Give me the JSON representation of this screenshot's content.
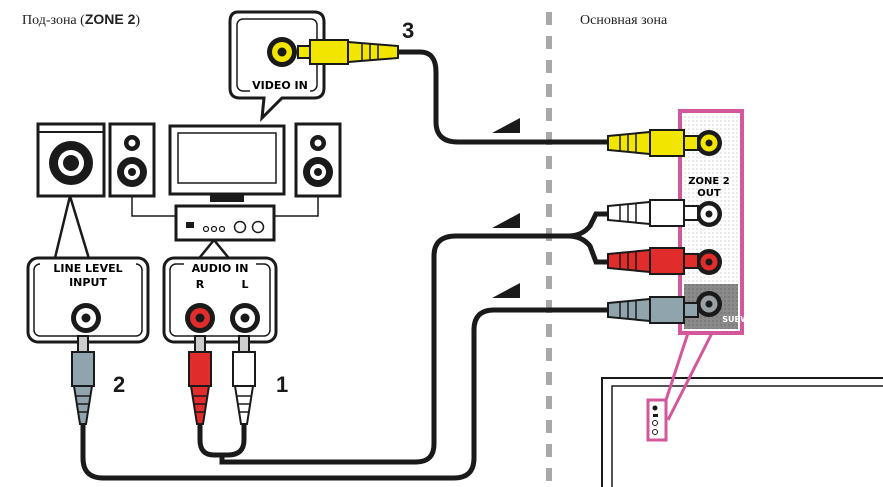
{
  "zones": {
    "sub_prefix": "Под-зона (",
    "sub_name": "ZONE 2",
    "sub_suffix": ")",
    "main": "Основная зона"
  },
  "labels": {
    "video_in": "VIDEO IN",
    "audio_in": "AUDIO IN",
    "audio_r": "R",
    "audio_l": "L",
    "line_level_1": "LINE LEVEL",
    "line_level_2": "INPUT",
    "zone2_out_1": "ZONE 2",
    "zone2_out_2": "OUT",
    "subwoofer": "SUBWOOFER"
  },
  "steps": {
    "audio": "1",
    "subwoofer": "2",
    "video": "3"
  },
  "colors": {
    "video_plug": "#f2e600",
    "right_plug": "#e12c2c",
    "left_plug": "#ffffff",
    "sub_plug": "#8fa4ac",
    "panel_accent": "#d4569b",
    "divider": "#a8a8a8"
  }
}
